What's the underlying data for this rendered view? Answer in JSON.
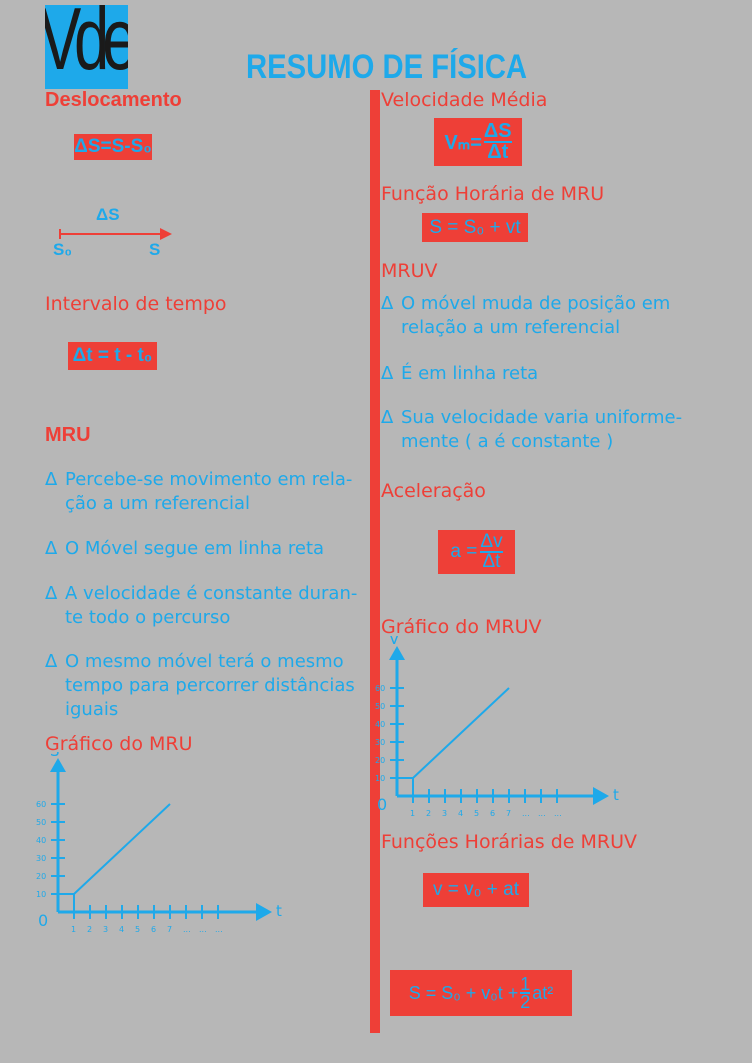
{
  "logo": {
    "text": "Vde"
  },
  "title": "RESUMO DE FÍSICA",
  "left": {
    "deslocamento": {
      "heading": "Deslocamento",
      "formula": "ΔS=S-S₀"
    },
    "vector": {
      "label": "ΔS",
      "start": "S₀",
      "end": "S"
    },
    "intervalo": {
      "heading": "Intervalo de tempo",
      "formula": "Δt = t - t₀"
    },
    "mru": {
      "heading": "MRU",
      "bullets": [
        {
          "line1": "Percebe-se movimento em rela-",
          "line2": "ção a um referencial"
        },
        {
          "line1": "O Móvel segue em linha reta",
          "line2": ""
        },
        {
          "line1": "A velocidade é constante duran-",
          "line2": "te todo o percurso"
        },
        {
          "line1": "O mesmo móvel terá o mesmo",
          "line2": "tempo para percorrer distâncias",
          "line3": "iguais"
        }
      ],
      "bullet_symbol": "Δ"
    },
    "grafico": {
      "heading": "Gráfico do MRU",
      "y_axis": "S",
      "x_axis": "t",
      "origin": "0"
    }
  },
  "right": {
    "velocidade_media": {
      "heading": "Velocidade Média",
      "lhs": "Vₘ=",
      "num": "ΔS",
      "den": "Δt"
    },
    "funcao_mru": {
      "heading": "Função Horária de MRU",
      "formula": "S = S₀ + vt"
    },
    "mruv": {
      "heading": "MRUV",
      "bullets": [
        {
          "line1": "O móvel muda de posição em",
          "line2": "relação a um referencial"
        },
        {
          "line1": "É em linha reta",
          "line2": ""
        },
        {
          "line1": "Sua velocidade varia uniforme-",
          "line2": "mente ( a é constante )"
        }
      ]
    },
    "aceleracao": {
      "heading": "Aceleração",
      "lhs": "a =",
      "num": "Δv",
      "den": "Δt"
    },
    "grafico": {
      "heading": "Gráfico do MRUV",
      "y_axis": "V",
      "x_axis": "t",
      "origin": "0"
    },
    "funcoes_mruv": {
      "heading": "Funções Horárias de MRUV",
      "formula1": "v = v₀ + at",
      "formula2_lhs": "S = S₀ + v₀t +",
      "formula2_num": "1",
      "formula2_den": "2",
      "formula2_rhs": "at²"
    }
  },
  "chart_data": [
    {
      "type": "line",
      "xlabel": "t",
      "ylabel": "S",
      "x_ticks": [
        "1",
        "2",
        "3",
        "4",
        "5",
        "6",
        "7",
        "...",
        "...",
        "..."
      ],
      "y_ticks": [
        "10",
        "20",
        "30",
        "40",
        "50",
        "60"
      ],
      "series": [
        {
          "x": [
            1,
            7
          ],
          "y": [
            10,
            60
          ]
        }
      ]
    },
    {
      "type": "line",
      "xlabel": "t",
      "ylabel": "V",
      "x_ticks": [
        "1",
        "2",
        "3",
        "4",
        "5",
        "6",
        "7",
        "...",
        "...",
        "..."
      ],
      "y_ticks": [
        "10",
        "20",
        "30",
        "40",
        "50",
        "60"
      ],
      "series": [
        {
          "x": [
            1,
            7
          ],
          "y": [
            10,
            60
          ]
        }
      ]
    }
  ],
  "colors": {
    "background": "#b7b7b7",
    "red": "#ee3f37",
    "blue": "#1ea9ea"
  }
}
